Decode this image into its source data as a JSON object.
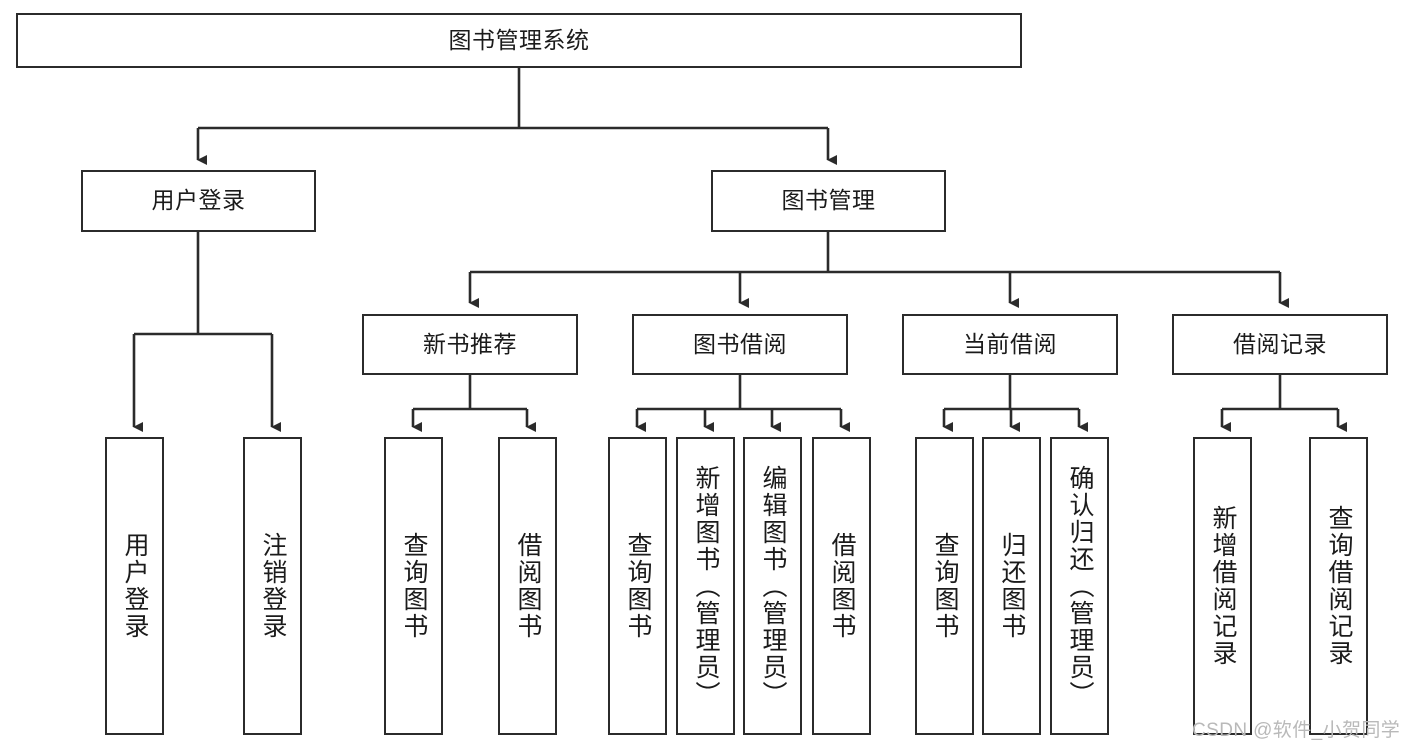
{
  "diagram": {
    "title": "图书管理系统",
    "type": "hierarchy-tree",
    "levels": [
      {
        "level": 1,
        "nodes": [
          {
            "id": "root",
            "label": "图书管理系统",
            "orientation": "horizontal"
          }
        ]
      },
      {
        "level": 2,
        "nodes": [
          {
            "id": "user-login",
            "label": "用户登录",
            "orientation": "horizontal"
          },
          {
            "id": "book-manage",
            "label": "图书管理",
            "orientation": "horizontal"
          }
        ]
      },
      {
        "level": 3,
        "nodes": [
          {
            "id": "new-book-rec",
            "label": "新书推荐",
            "orientation": "horizontal"
          },
          {
            "id": "book-borrow",
            "label": "图书借阅",
            "orientation": "horizontal"
          },
          {
            "id": "current-borrow",
            "label": "当前借阅",
            "orientation": "horizontal"
          },
          {
            "id": "borrow-record",
            "label": "借阅记录",
            "orientation": "horizontal"
          }
        ]
      },
      {
        "level": 4,
        "nodes": [
          {
            "id": "leaf-user-login",
            "label": "用户登录",
            "orientation": "vertical"
          },
          {
            "id": "leaf-user-logout",
            "label": "注销登录",
            "orientation": "vertical"
          },
          {
            "id": "leaf-rec-query-book",
            "label": "查询图书",
            "orientation": "vertical"
          },
          {
            "id": "leaf-rec-borrow-book",
            "label": "借阅图书",
            "orientation": "vertical"
          },
          {
            "id": "leaf-borrow-query-book",
            "label": "查询图书",
            "orientation": "vertical"
          },
          {
            "id": "leaf-borrow-add-book",
            "label": "新增图书（管理员）",
            "orientation": "vertical"
          },
          {
            "id": "leaf-borrow-edit-book",
            "label": "编辑图书（管理员）",
            "orientation": "vertical"
          },
          {
            "id": "leaf-borrow-borrow-book",
            "label": "借阅图书",
            "orientation": "vertical"
          },
          {
            "id": "leaf-current-query-book",
            "label": "查询图书",
            "orientation": "vertical"
          },
          {
            "id": "leaf-current-return-book",
            "label": "归还图书",
            "orientation": "vertical"
          },
          {
            "id": "leaf-current-confirm-return",
            "label": "确认归还（管理员）",
            "orientation": "vertical"
          },
          {
            "id": "leaf-record-add",
            "label": "新增借阅记录",
            "orientation": "vertical"
          },
          {
            "id": "leaf-record-query",
            "label": "查询借阅记录",
            "orientation": "vertical"
          }
        ]
      }
    ],
    "edges": [
      {
        "from": "root",
        "to": "user-login"
      },
      {
        "from": "root",
        "to": "book-manage"
      },
      {
        "from": "user-login",
        "to": "leaf-user-login"
      },
      {
        "from": "user-login",
        "to": "leaf-user-logout"
      },
      {
        "from": "book-manage",
        "to": "new-book-rec"
      },
      {
        "from": "book-manage",
        "to": "book-borrow"
      },
      {
        "from": "book-manage",
        "to": "current-borrow"
      },
      {
        "from": "book-manage",
        "to": "borrow-record"
      },
      {
        "from": "new-book-rec",
        "to": "leaf-rec-query-book"
      },
      {
        "from": "new-book-rec",
        "to": "leaf-rec-borrow-book"
      },
      {
        "from": "book-borrow",
        "to": "leaf-borrow-query-book"
      },
      {
        "from": "book-borrow",
        "to": "leaf-borrow-add-book"
      },
      {
        "from": "book-borrow",
        "to": "leaf-borrow-edit-book"
      },
      {
        "from": "book-borrow",
        "to": "leaf-borrow-borrow-book"
      },
      {
        "from": "current-borrow",
        "to": "leaf-current-query-book"
      },
      {
        "from": "current-borrow",
        "to": "leaf-current-return-book"
      },
      {
        "from": "current-borrow",
        "to": "leaf-current-confirm-return"
      },
      {
        "from": "borrow-record",
        "to": "leaf-record-add"
      },
      {
        "from": "borrow-record",
        "to": "leaf-record-query"
      }
    ],
    "colors": {
      "box_border": "#2b2b2b",
      "box_fill": "#ffffff",
      "connector": "#2b2b2b",
      "text": "#1b1b1b",
      "watermark": "#b9b9b9"
    }
  },
  "watermark": {
    "text": "CSDN @软件_小贺同学"
  }
}
